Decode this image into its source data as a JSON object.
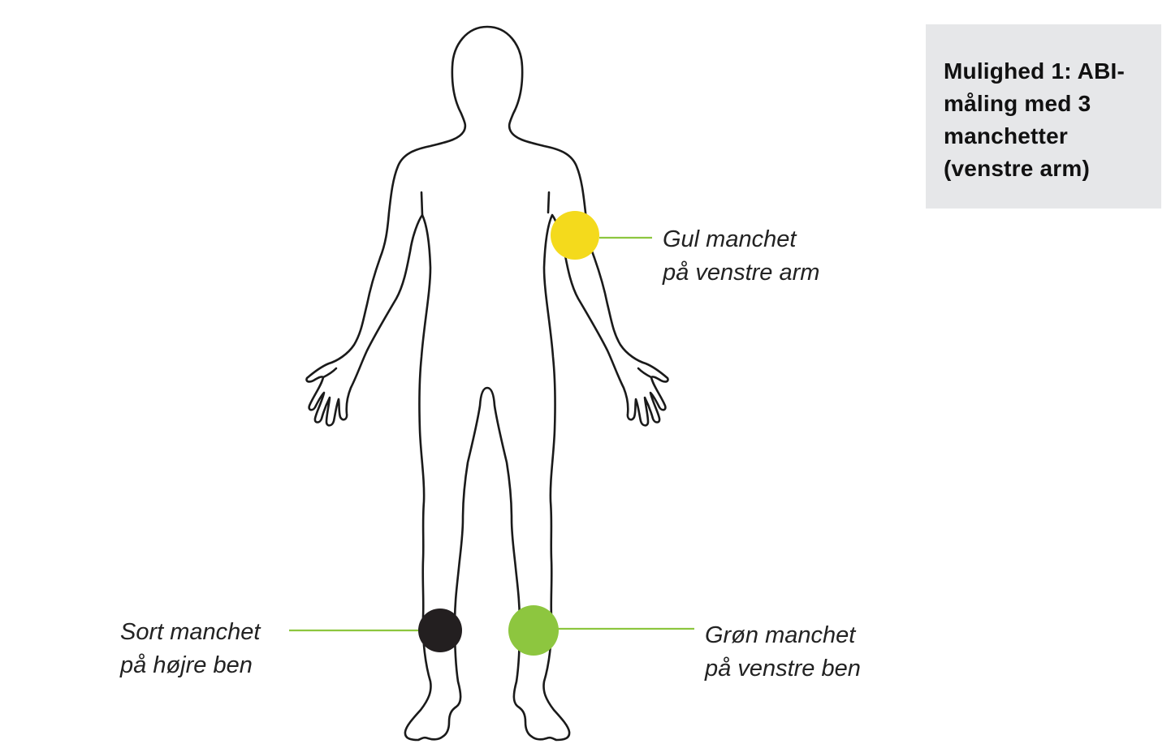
{
  "title_box": {
    "lines": [
      "Mulighed 1: ABI-",
      "måling med 3",
      "manchetter",
      "(venstre arm)"
    ],
    "background": "#e6e7e9"
  },
  "cuffs": [
    {
      "id": "yellow",
      "color": "#f4da1c",
      "position": "left upper arm",
      "label_lines": [
        "Gul manchet",
        "på venstre arm"
      ]
    },
    {
      "id": "black",
      "color": "#231f20",
      "position": "right ankle",
      "label_lines": [
        "Sort manchet",
        "på højre ben"
      ]
    },
    {
      "id": "green",
      "color": "#8dc63f",
      "position": "left ankle",
      "label_lines": [
        "Grøn manchet",
        "på venstre ben"
      ]
    }
  ],
  "leader_line_color": "#8dc63f",
  "outline_color": "#1a1a1a"
}
